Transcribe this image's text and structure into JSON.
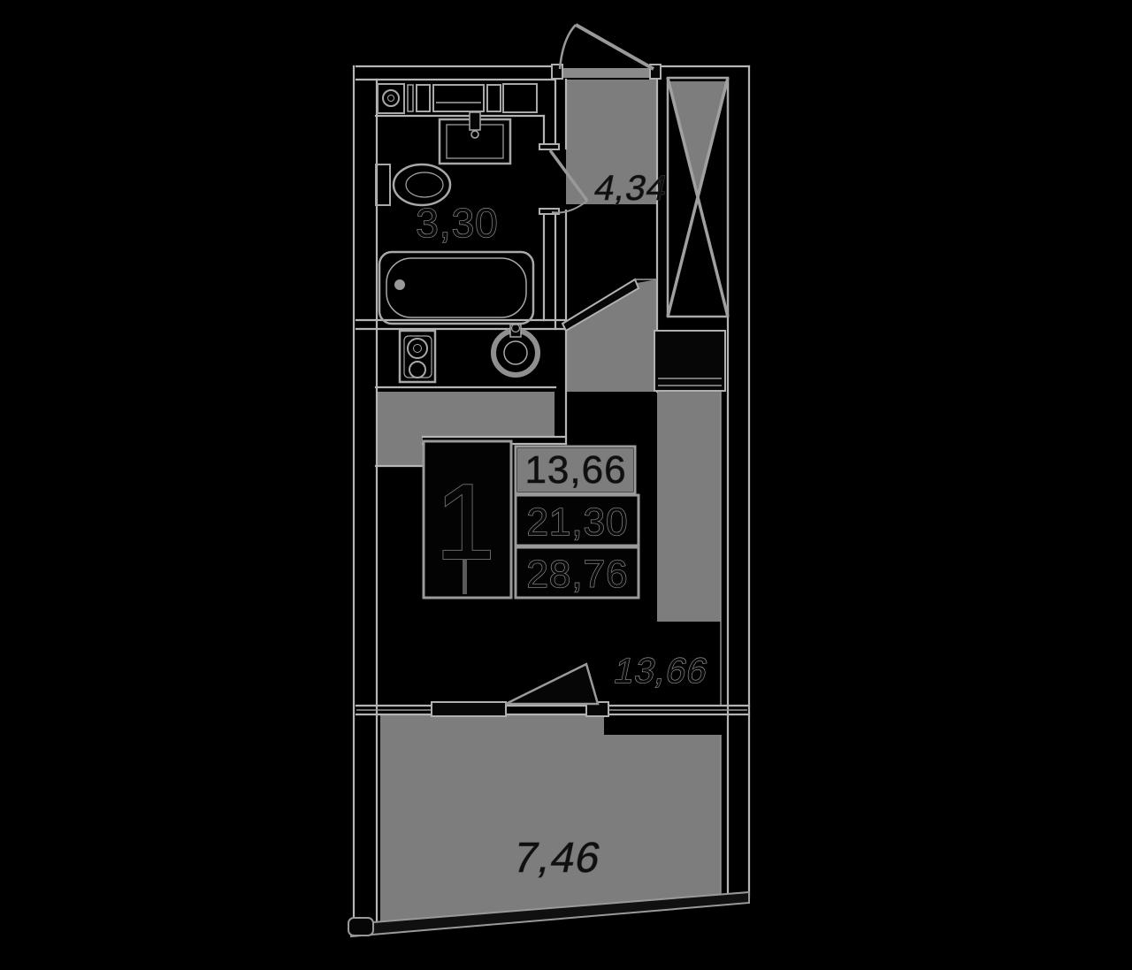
{
  "page": {
    "background": "#000000"
  },
  "floorplan": {
    "unit": {
      "rooms_count": "1"
    },
    "areas": {
      "bathroom": "3,30",
      "hallway": "4,34",
      "living_room": "13,66",
      "balcony": "7,46"
    },
    "summary": {
      "living_area": "13,66",
      "apartment_area": "21,30",
      "total_area": "28,76"
    },
    "colors": {
      "background": "#000000",
      "floor_fill": "#7d7d7d",
      "wall_line": "#b5b5b5",
      "label_text": "#0a0a0a",
      "label_outline": "#8f8f8f"
    }
  }
}
